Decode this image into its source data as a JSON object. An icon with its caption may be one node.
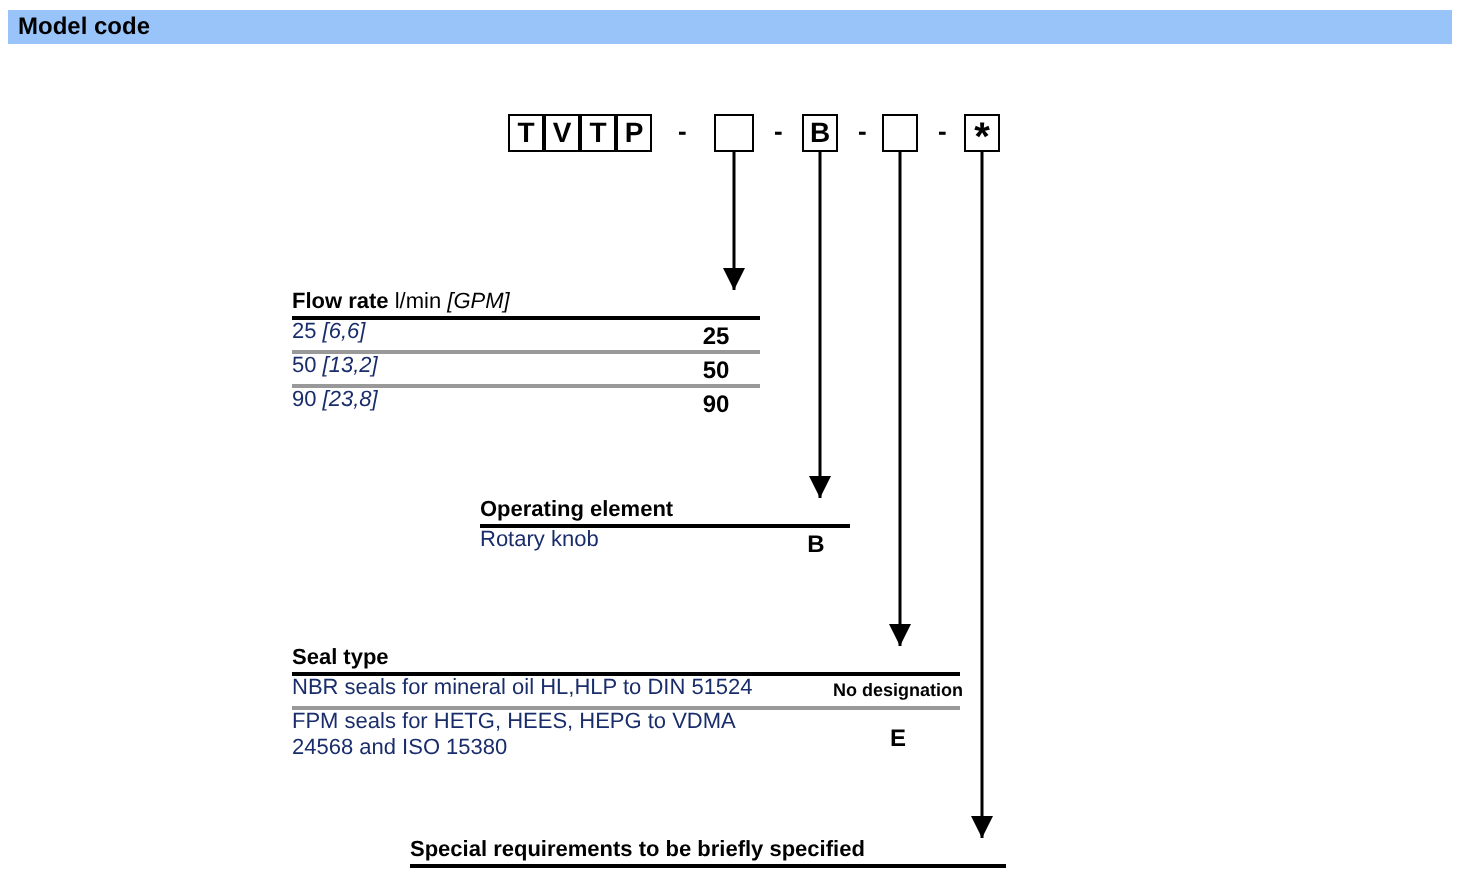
{
  "diagram": {
    "title": "Model code",
    "nodes": [
      {
        "text": [
          "T"
        ]
      },
      {
        "text": [
          "V"
        ]
      },
      {
        "text": [
          "T"
        ]
      },
      {
        "text": [
          "P"
        ]
      },
      {
        "text": [],
        "shape": "box"
      },
      {
        "text": [
          "B"
        ]
      },
      {
        "text": [],
        "shape": "box"
      },
      {
        "text": [
          "*"
        ]
      },
      {
        "text": [
          "**Flow rate** l/min *[GPM]*",
          "25 *[6,6]*",
          "25",
          "50 *[13,2]*",
          "50",
          "90 *[23,8]*",
          "90"
        ]
      },
      {
        "text": [
          "Operating element",
          "Rotary knob",
          "B"
        ]
      },
      {
        "text": [
          "Seal type",
          "NBR seals for mineral oil HL,HLP to DIN 51524",
          "No designation",
          "FPM seals for HETG, HEES, HEPG to VDMA 24568 and ISO 15380",
          "E"
        ]
      },
      {
        "text": [
          "Special requirements to be briefly specified"
        ]
      }
    ],
    "edges": [
      {
        "from": 4,
        "to": 8,
        "arrow": "to"
      },
      {
        "from": 5,
        "to": 9,
        "arrow": "to"
      },
      {
        "from": 6,
        "to": 10,
        "arrow": "to"
      },
      {
        "from": 7,
        "to": 11,
        "arrow": "to"
      }
    ],
    "labels": [
      "-",
      "-",
      "-",
      "-"
    ]
  }
}
